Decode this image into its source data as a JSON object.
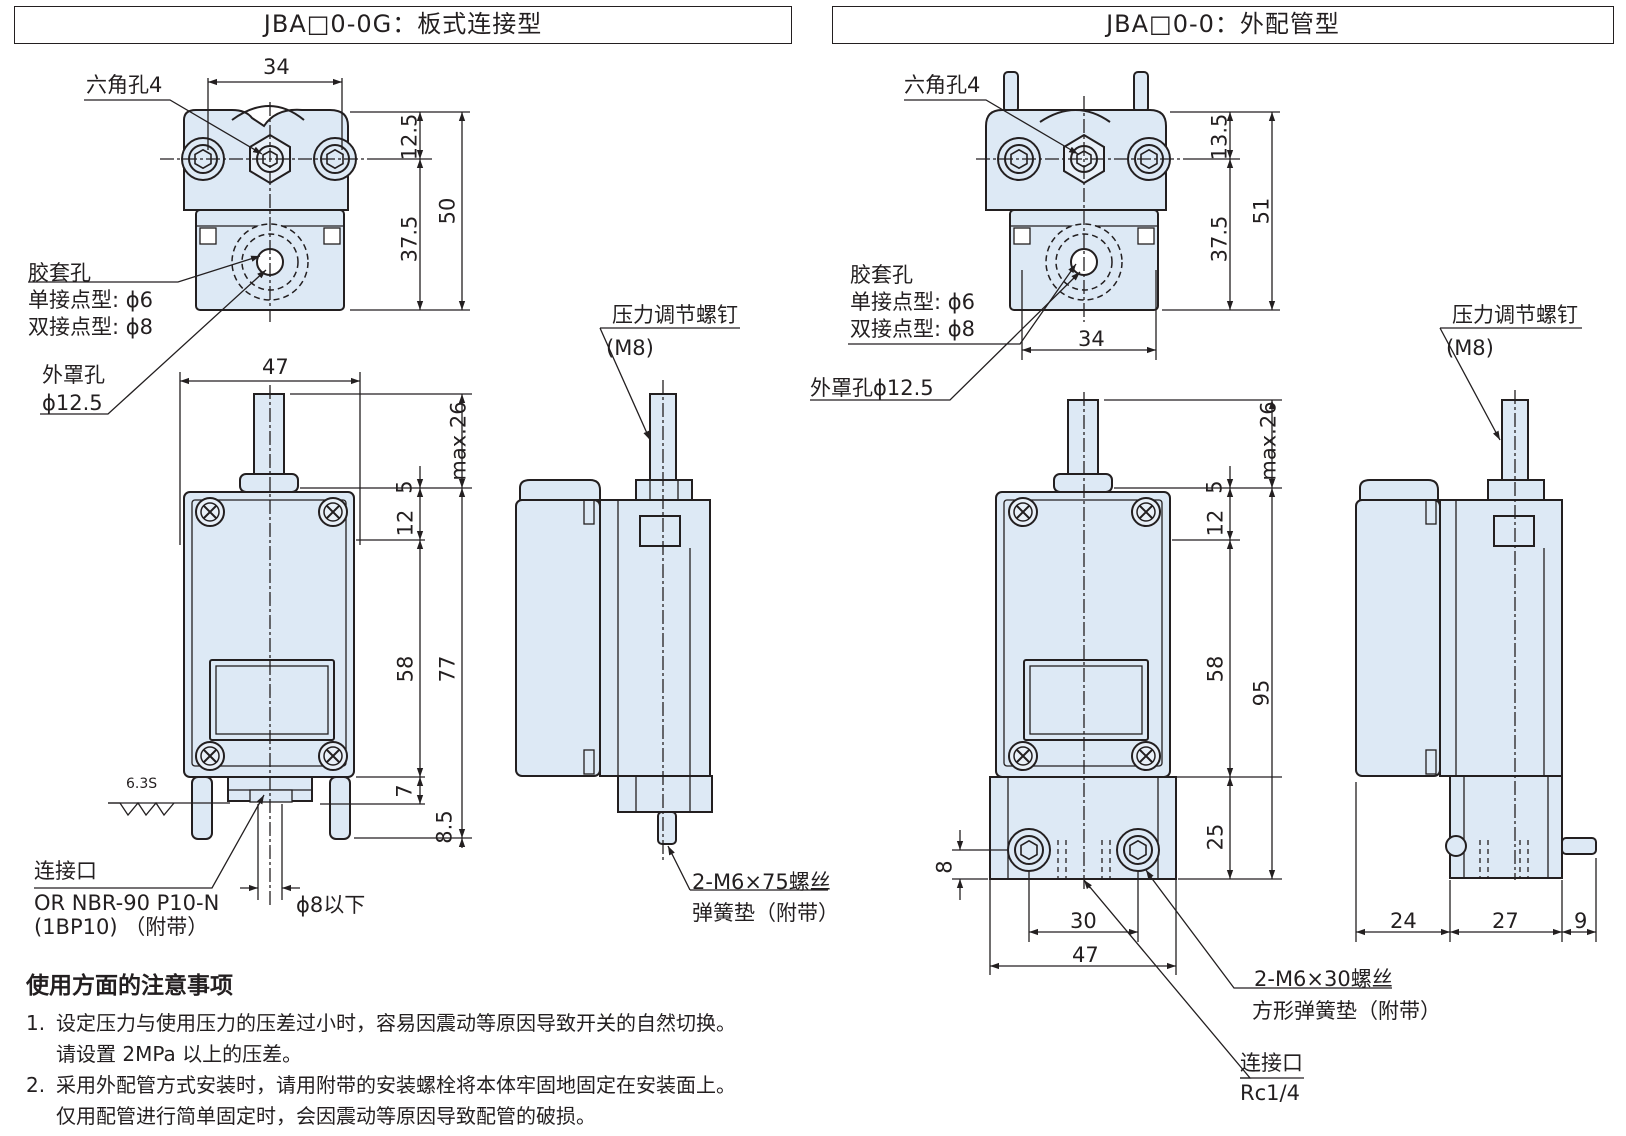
{
  "headers": {
    "left": "JBA□0-0G：板式连接型",
    "right": "JBA□0-0：外配管型"
  },
  "left_view": {
    "hex_hole": "六角孔4",
    "grommet_title": "胶套孔",
    "grommet_single": "单接点型: ϕ6",
    "grommet_double": "双接点型: ϕ8",
    "cover_hole_title": "外罩孔",
    "cover_hole_dia": "ϕ12.5",
    "pressure_screw": "压力调节螺钉",
    "pressure_screw_size": "(M8)",
    "port_title": "连接口",
    "oring": "OR NBR-90 P10-N",
    "oring_note": "(1BP10) （附带）",
    "port_dia": "ϕ8以下",
    "surface_finish": "6.3S",
    "bolt_label": "2-M6×75螺丝",
    "washer_label": "弹簧垫（附带）",
    "dims": {
      "top_width": "34",
      "top_h1": "12.5",
      "top_h2": "37.5",
      "top_total": "50",
      "front_width": "47",
      "stem": "max.26",
      "d5": "5",
      "d12": "12",
      "d58": "58",
      "d77": "77",
      "d7": "7",
      "d85": "8.5"
    }
  },
  "right_view": {
    "hex_hole": "六角孔4",
    "grommet_title": "胶套孔",
    "grommet_single": "单接点型: ϕ6",
    "grommet_double": "双接点型: ϕ8",
    "cover_hole": "外罩孔ϕ12.5",
    "pressure_screw": "压力调节螺钉",
    "pressure_screw_size": "(M8)",
    "bolt_label": "2-M6×30螺丝",
    "washer_label": "方形弹簧垫（附带）",
    "port_title": "连接口",
    "port_size": "Rc1/4",
    "dims": {
      "top_h1": "13.5",
      "top_h2": "37.5",
      "top_total": "51",
      "top_width": "34",
      "stem": "max.26",
      "d5": "5",
      "d12": "12",
      "d58": "58",
      "d95": "95",
      "d25": "25",
      "d8": "8",
      "d30": "30",
      "d47": "47",
      "d24": "24",
      "d27": "27",
      "d9": "9"
    }
  },
  "notes": {
    "title": "使用方面的注意事项",
    "items": [
      {
        "num": "1.",
        "line1": "设定压力与使用压力的压差过小时，容易因震动等原因导致开关的自然切换。",
        "line2": "请设置 2MPa 以上的压差。"
      },
      {
        "num": "2.",
        "line1": "采用外配管方式安装时，请用附带的安装螺栓将本体牢固地固定在安装面上。",
        "line2": "仅用配管进行简单固定时，会因震动等原因导致配管的破损。"
      }
    ]
  },
  "colors": {
    "body_fill": "#dde9f5",
    "line": "#231f20"
  }
}
